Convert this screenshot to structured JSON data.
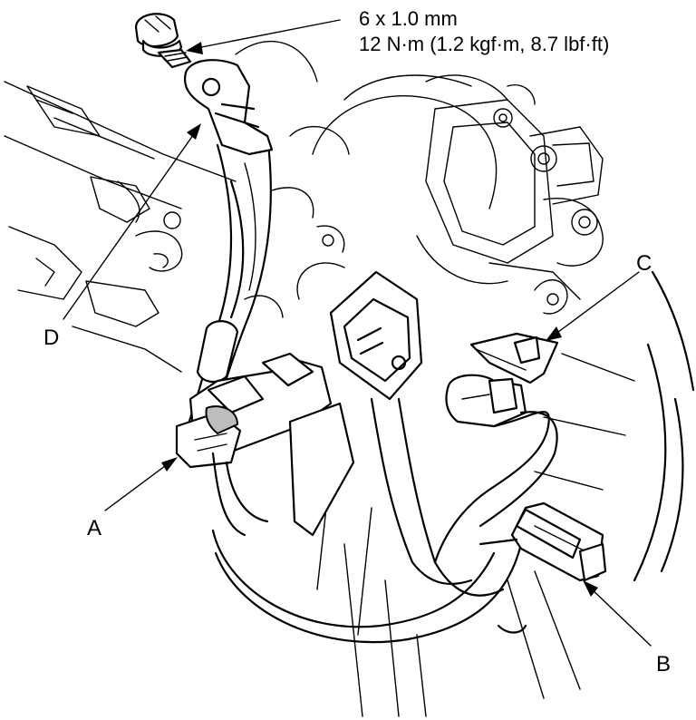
{
  "spec": {
    "line1": "6 x 1.0 mm",
    "line2": "12 N·m (1.2 kgf·m, 8.7 lbf·ft)"
  },
  "callouts": {
    "A": "A",
    "B": "B",
    "C": "C",
    "D": "D"
  }
}
